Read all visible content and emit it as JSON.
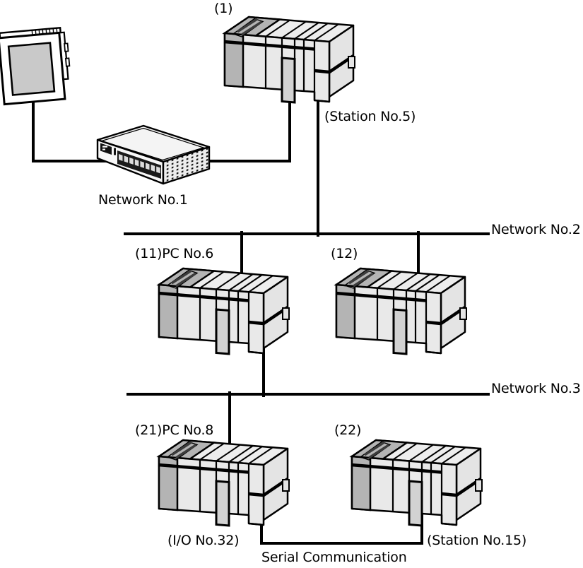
{
  "diagram": {
    "type": "plc-network-topology",
    "labels": {
      "plc1_id": "(1)",
      "plc1_station": "(Station No.5)",
      "network1": "Network No.1",
      "network2": "Network No.2",
      "network3": "Network No.3",
      "plc11_id": "(11)PC No.6",
      "plc12_id": "(12)",
      "plc21_id": "(21)PC No.8",
      "plc22_id": "(22)",
      "plc21_io": "(I/O No.32)",
      "plc22_station": "(Station No.15)",
      "serial_link": "Serial Communication"
    },
    "icons": {
      "display": "touch-panel-display",
      "hub": "ethernet-hub",
      "plc": "plc-rack"
    },
    "colors": {
      "background": "#ffffff",
      "line": "#000000",
      "device_fill": "#ebebeb",
      "device_shade": "#b4b4b4",
      "card_fill": "#d2d2d2",
      "screen_fill": "#c9c9c9",
      "port_panel": "#1a1a1a"
    }
  }
}
